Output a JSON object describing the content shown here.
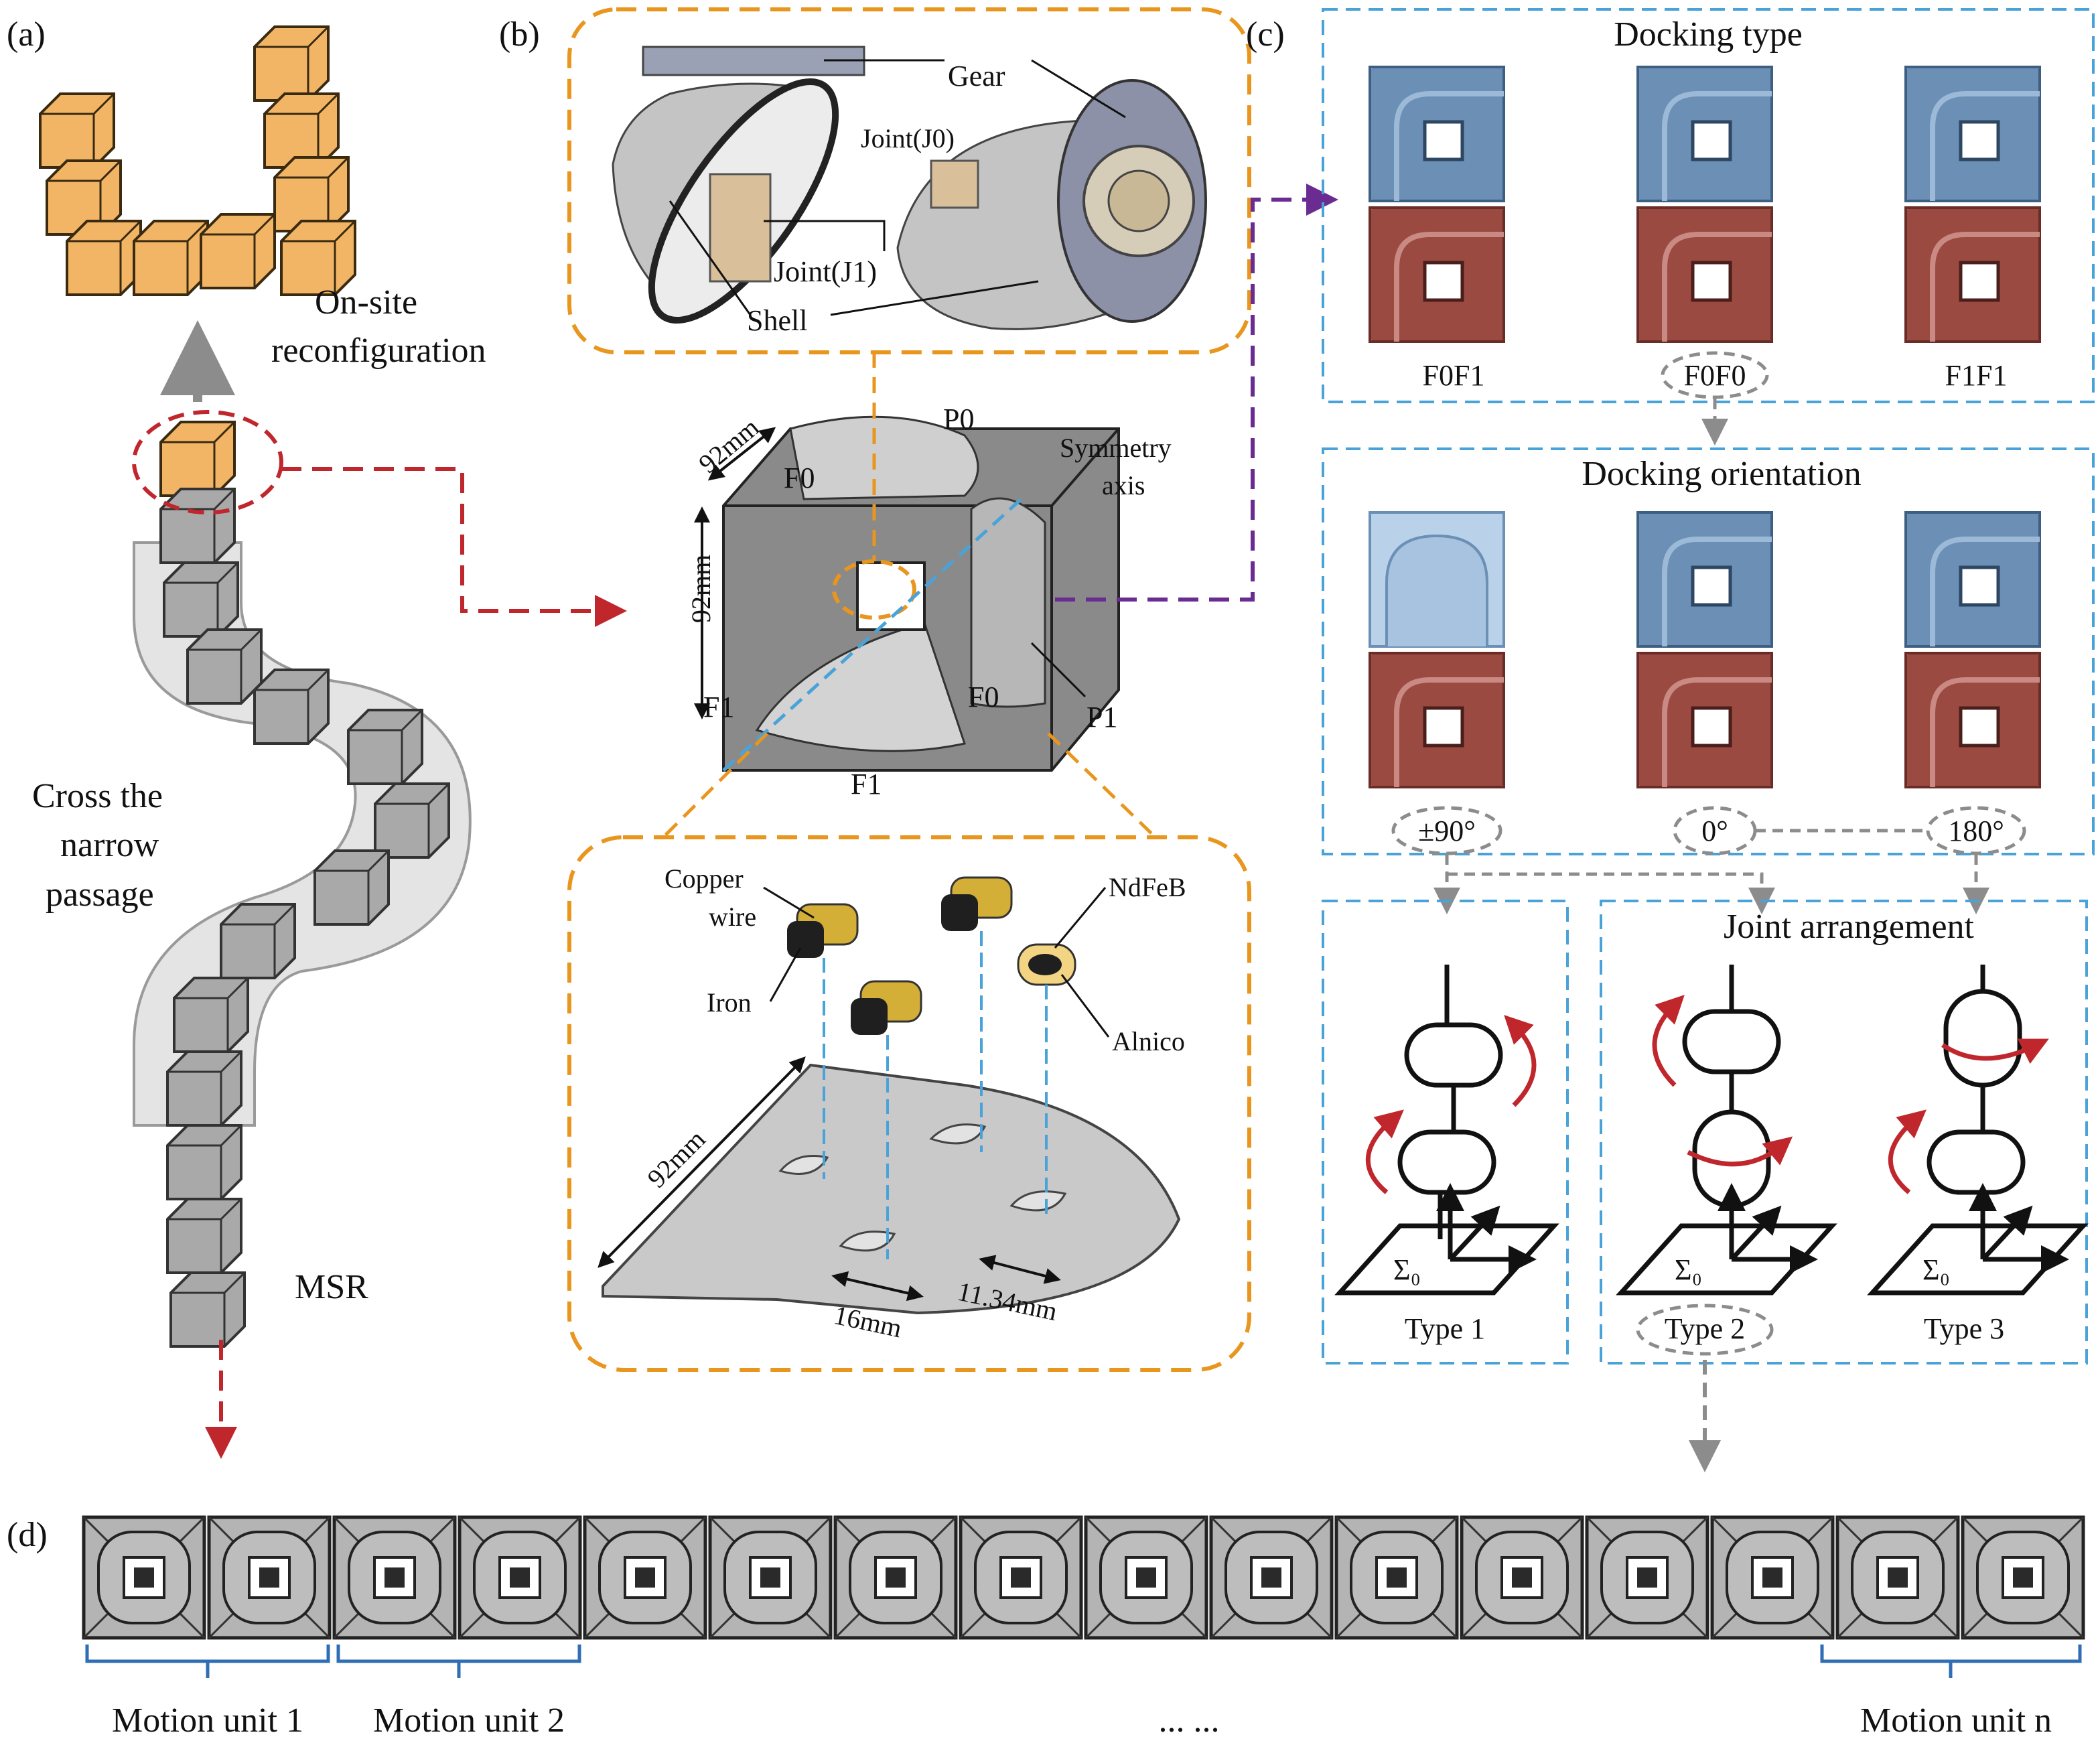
{
  "panels": {
    "a": {
      "label": "(a)",
      "reconfig_line1": "On-site",
      "reconfig_line2": "reconfiguration",
      "cross_line1": "Cross the",
      "cross_line2": "narrow",
      "cross_line3": "passage",
      "msr": "MSR"
    },
    "b": {
      "label": "(b)",
      "gear": "Gear",
      "joint_j0": "Joint(J0)",
      "joint_j1": "Joint(J1)",
      "shell": "Shell",
      "p0": "P0",
      "p1": "P1",
      "f0_top": "F0",
      "f0_front": "F0",
      "f1_left": "F1",
      "f1_bottom": "F1",
      "symmetry_line1": "Symmetry",
      "symmetry_line2": "axis",
      "dim_92_top": "92mm",
      "dim_92_side": "92mm",
      "copper_line1": "Copper",
      "copper_line2": "wire",
      "iron": "Iron",
      "ndfeb": "NdFeB",
      "alnico": "Alnico",
      "dim_92_plate": "92mm",
      "dim_16": "16mm",
      "dim_1134": "11.34mm"
    },
    "c": {
      "label": "(c)",
      "docking_type_title": "Docking type",
      "dt_labels": [
        "F0F1",
        "F0F0",
        "F1F1"
      ],
      "docking_orientation_title": "Docking orientation",
      "do_labels": [
        "±90°",
        "0°",
        "180°"
      ],
      "joint_arrangement_title": "Joint arrangement",
      "sigma": "Σ₀",
      "type_labels": [
        "Type 1",
        "Type 2",
        "Type 3"
      ]
    },
    "d": {
      "label": "(d)",
      "unit1": "Motion unit 1",
      "unit2": "Motion unit 2",
      "dots": "... ...",
      "unitn": "Motion unit n"
    }
  },
  "colors": {
    "orange_dash": "#e8961e",
    "blue_dash": "#4aa3d8",
    "red_arrow": "#c0272d",
    "purple_arrow": "#6a2c91",
    "gray_arrow": "#8c8c8c",
    "module_orange": "#f2b566",
    "module_blue": "#6b8fb5",
    "module_red": "#9b4a42",
    "module_gray": "#a9a9a9"
  }
}
